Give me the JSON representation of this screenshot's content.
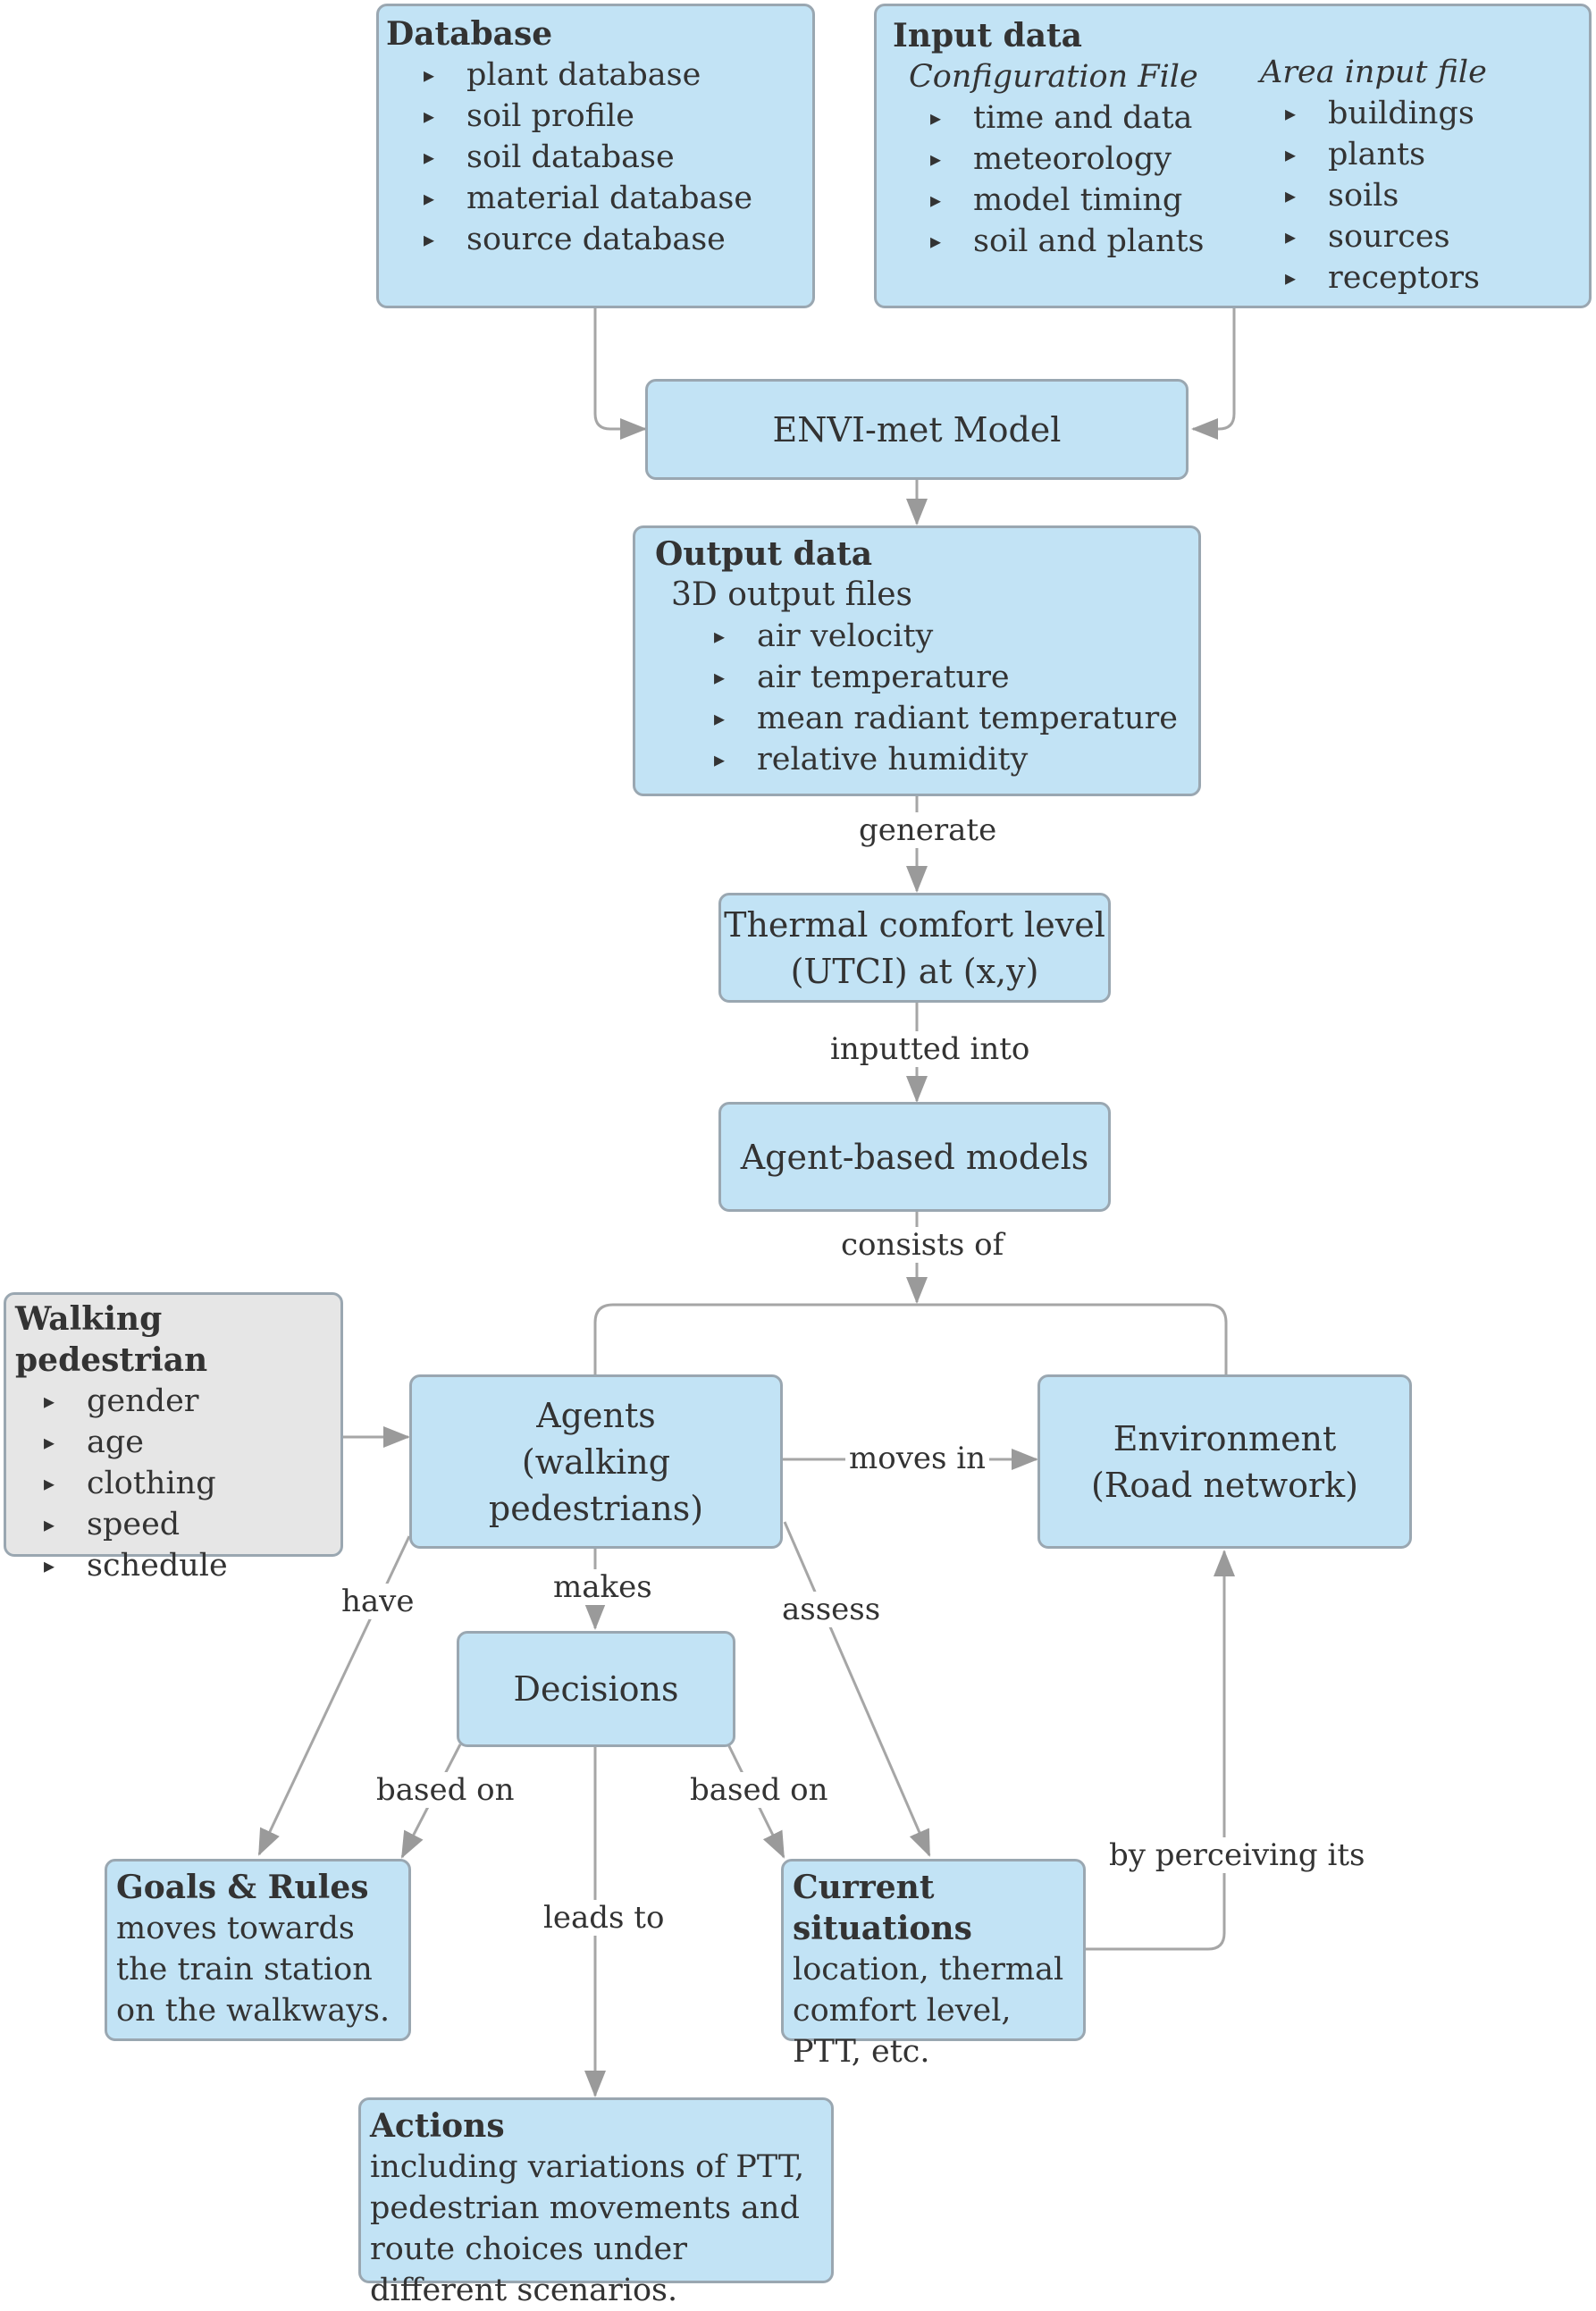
{
  "database": {
    "title": "Database",
    "items": [
      "plant database",
      "soil profile",
      "soil database",
      "material database",
      "source database"
    ]
  },
  "input_data": {
    "title": "Input data",
    "config": {
      "title": "Configuration File",
      "items": [
        "time and data",
        "meteorology",
        "model timing",
        "soil and plants"
      ]
    },
    "area": {
      "title": "Area input file",
      "items": [
        "buildings",
        "plants",
        "soils",
        "sources",
        "receptors"
      ]
    }
  },
  "envi_met": {
    "label": "ENVI-met Model"
  },
  "output_data": {
    "title": "Output data",
    "subtitle": "3D output files",
    "items": [
      "air velocity",
      "air temperature",
      "mean radiant temperature",
      "relative humidity"
    ]
  },
  "thermal": {
    "line1": "Thermal comfort level",
    "line2": "(UTCI) at (x,y)"
  },
  "abm": {
    "label": "Agent-based models"
  },
  "pedestrian": {
    "title": "Walking pedestrian",
    "items": [
      "gender",
      "age",
      "clothing",
      "speed",
      "schedule"
    ]
  },
  "agents": {
    "line1": "Agents",
    "line2": "(walking pedestrians)"
  },
  "environment": {
    "line1": "Environment",
    "line2": "(Road network)"
  },
  "decisions": {
    "label": "Decisions"
  },
  "goals": {
    "title": "Goals & Rules",
    "text": "moves towards the train station on the walkways."
  },
  "situations": {
    "title": "Current situations",
    "text": "location, thermal comfort level, PTT, etc."
  },
  "actions": {
    "title": "Actions",
    "text": "including variations of PTT, pedestrian movements and route choices under different scenarios."
  },
  "labels": {
    "generate": "generate",
    "inputted_into": "inputted into",
    "consists_of": "consists of",
    "moves_in": "moves in",
    "have": "have",
    "makes": "makes",
    "assess": "assess",
    "based_on_left": "based on",
    "based_on_right": "based on",
    "leads_to": "leads to",
    "by_perceiving": "by perceiving its"
  },
  "colors": {
    "box_fill": "#c2e3f5",
    "box_border": "#9aa7b1",
    "gray_fill": "#e6e6e6",
    "line": "#999999"
  }
}
